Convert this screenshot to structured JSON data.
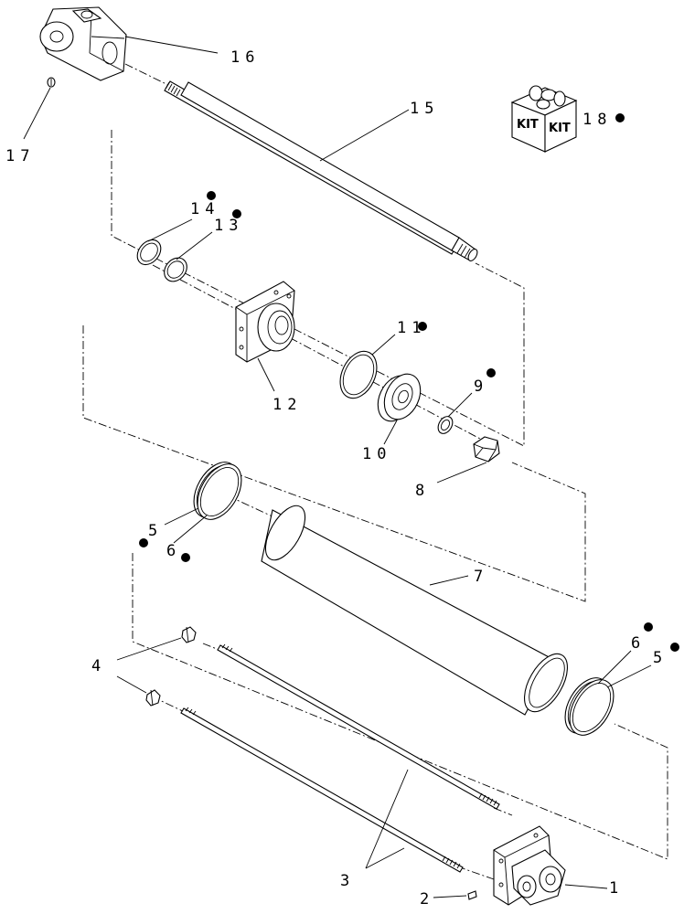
{
  "callouts": {
    "c1": "1",
    "c2": "2",
    "c3": "3",
    "c4": "4",
    "c5a": "5",
    "c5b": "5",
    "c6a": "6",
    "c6b": "6",
    "c7": "7",
    "c8": "8",
    "c9": "9",
    "c10": "10",
    "c11": "11",
    "c12": "12",
    "c13": "13",
    "c14": "14",
    "c15": "15",
    "c16": "16",
    "c17": "17",
    "c18": "18"
  },
  "kit_box": {
    "face_left": "KIT",
    "face_right": "KIT"
  },
  "icons": {
    "kit_marker": "filled-dot-icon",
    "kit_box": "kit-box-icon"
  },
  "colors": {
    "ink": "#000000",
    "paper": "#ffffff"
  }
}
